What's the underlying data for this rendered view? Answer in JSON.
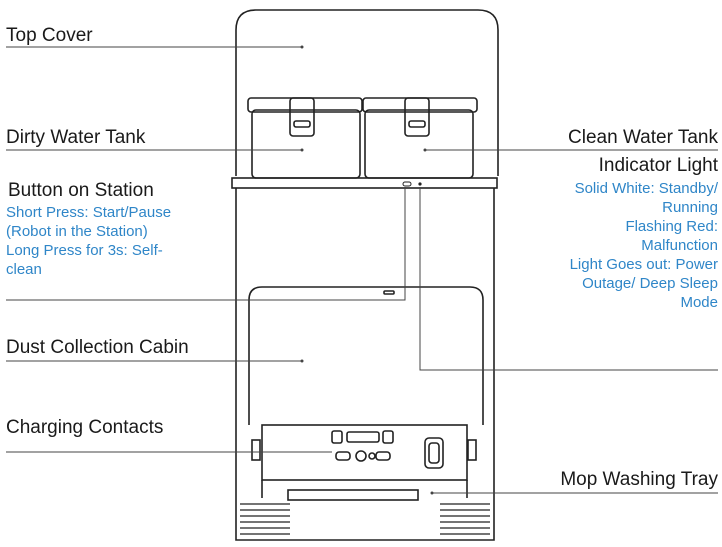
{
  "colors": {
    "accent_text": "#2f86c8",
    "line": "#444444",
    "label_text": "#1a1a1a"
  },
  "labels": {
    "top_cover": "Top Cover",
    "dirty_water_tank": "Dirty Water Tank",
    "clean_water_tank": "Clean Water Tank",
    "button_on_station": "Button on Station",
    "indicator_light": "Indicator Light",
    "dust_collection_cabin": "Dust Collection Cabin",
    "charging_contacts": "Charging Contacts",
    "mop_washing_tray": "Mop Washing Tray"
  },
  "button_notes": [
    "Short Press: Start/Pause",
    "(Robot in the Station)",
    "Long Press for 3s: Self-",
    "clean"
  ],
  "indicator_notes": [
    "Solid White: Standby/",
    "Running",
    "Flashing Red:",
    "Malfunction",
    "Light Goes out: Power",
    "Outage/ Deep Sleep",
    "Mode"
  ]
}
